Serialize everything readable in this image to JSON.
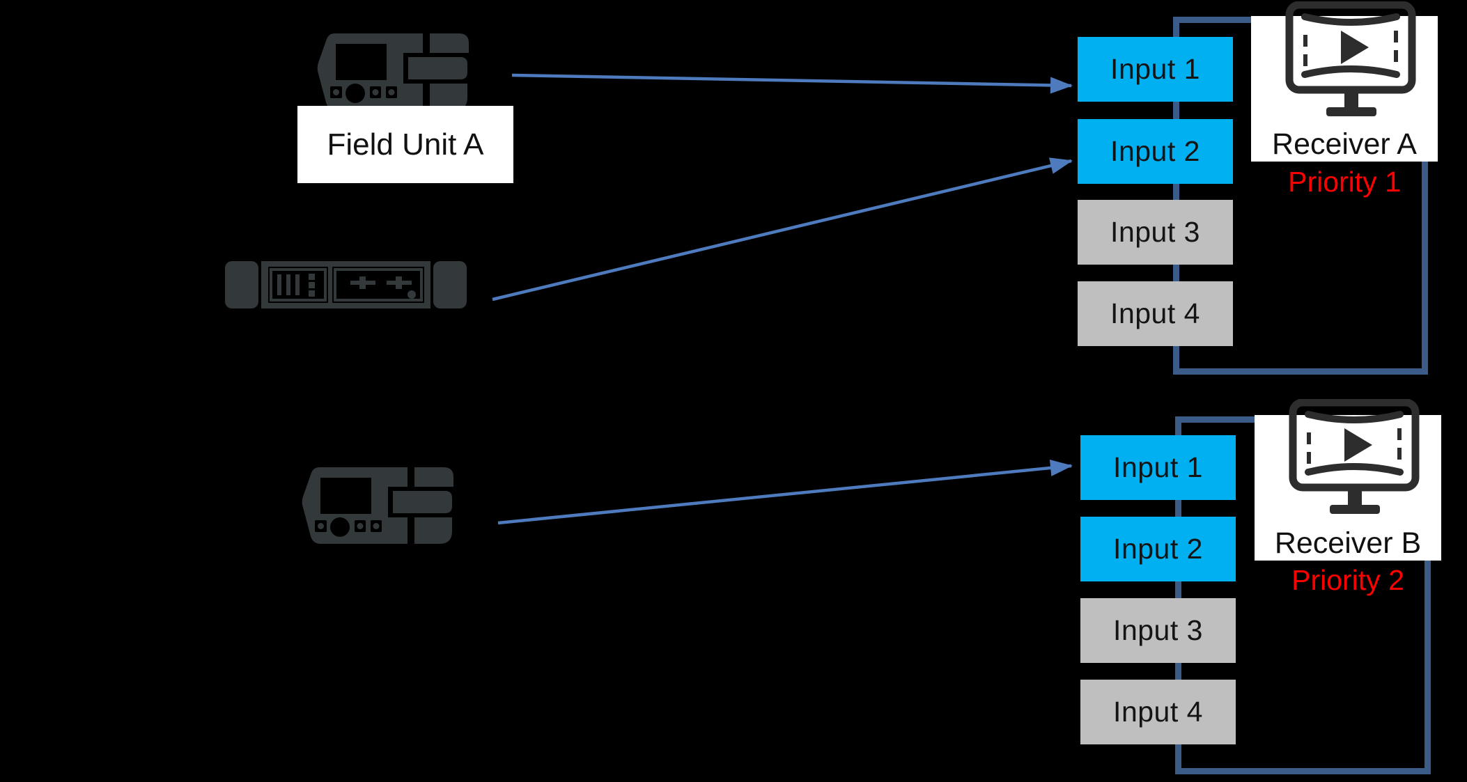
{
  "colors": {
    "background": "#000000",
    "input_active": "#00B0F0",
    "input_inactive": "#BFBFBF",
    "loop_connector": "#3B5C88",
    "arrow": "#4E7BBE",
    "priority_text": "#FF0000",
    "device_silhouette": "#33383B",
    "monitor_icon": "#2D2D2D",
    "panel_background": "#FFFFFF"
  },
  "sources": {
    "field_unit_a": {
      "label": "Field Unit A",
      "icon": "field-unit-icon"
    },
    "rack_unit": {
      "icon": "rack-unit-icon"
    },
    "field_unit_b": {
      "icon": "field-unit-icon"
    }
  },
  "receivers": [
    {
      "name": "Receiver A",
      "priority": "Priority 1",
      "icon": "video-monitor-icon",
      "inputs": [
        {
          "label": "Input 1",
          "state": "active"
        },
        {
          "label": "Input 2",
          "state": "active"
        },
        {
          "label": "Input 3",
          "state": "inactive"
        },
        {
          "label": "Input 4",
          "state": "inactive"
        }
      ]
    },
    {
      "name": "Receiver B",
      "priority": "Priority 2",
      "icon": "video-monitor-icon",
      "inputs": [
        {
          "label": "Input 1",
          "state": "active"
        },
        {
          "label": "Input 2",
          "state": "active"
        },
        {
          "label": "Input 3",
          "state": "inactive"
        },
        {
          "label": "Input 4",
          "state": "inactive"
        }
      ]
    }
  ],
  "connections": [
    {
      "from": "field_unit_a",
      "to": "receiver_a_input_1"
    },
    {
      "from": "rack_unit",
      "to": "receiver_a_input_2"
    },
    {
      "from": "field_unit_b",
      "to": "receiver_b_input_1"
    }
  ]
}
